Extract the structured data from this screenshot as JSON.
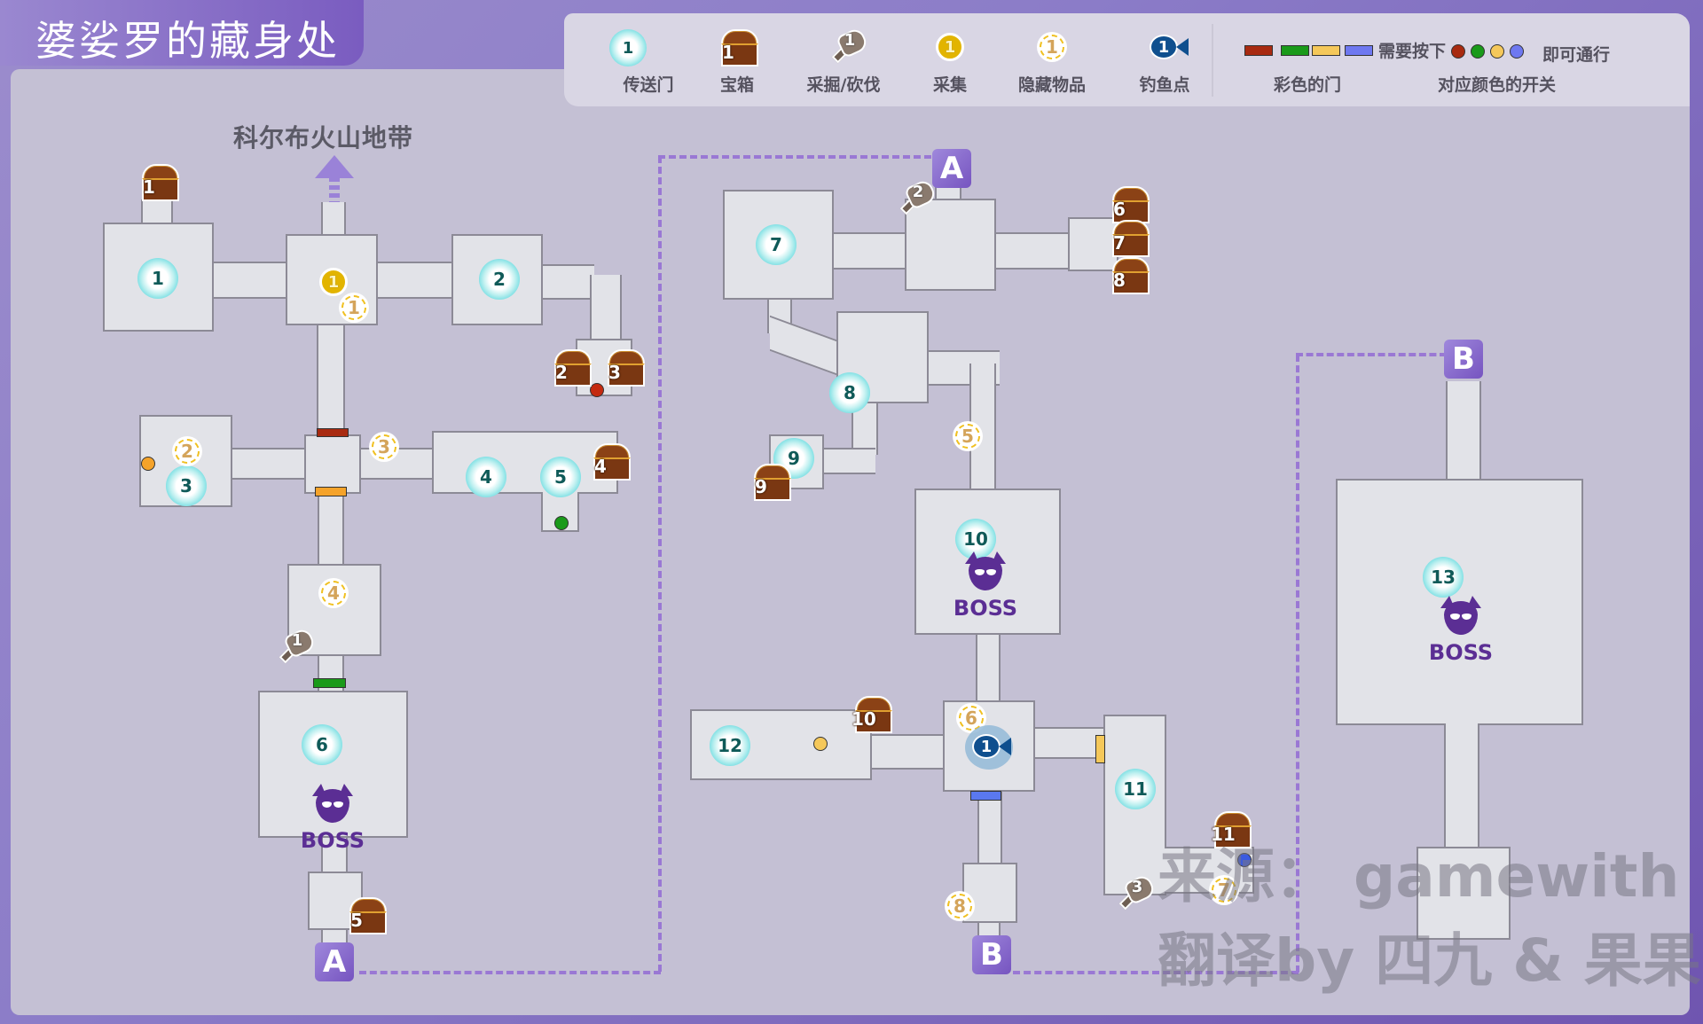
{
  "title": "婆娑罗的藏身处",
  "exit_label": "科尔布火山地带",
  "legend": {
    "items": [
      {
        "icon": "portal-icon",
        "number": "1",
        "label": "传送门"
      },
      {
        "icon": "chest-icon",
        "number": "1",
        "label": "宝箱"
      },
      {
        "icon": "hammer-icon",
        "number": "1",
        "label": "采掘/砍伐"
      },
      {
        "icon": "gather-coin-icon",
        "number": "1",
        "label": "采集"
      },
      {
        "icon": "hidden-item-icon",
        "number": "1",
        "label": "隐藏物品"
      },
      {
        "icon": "fishing-icon",
        "number": "1",
        "label": "钓鱼点"
      }
    ],
    "doors_caption": "彩色的门",
    "press_text": "需要按下",
    "switches_caption": "对应颜色的开关",
    "pass_text": "即可通行",
    "colors": {
      "red": "#a82a10",
      "green": "#1a9a1a",
      "yellow": "#f5c85a",
      "blue": "#6e78f0",
      "orange": "#f5a32a"
    }
  },
  "map": {
    "portals": [
      "1",
      "2",
      "3",
      "4",
      "5",
      "6",
      "7",
      "8",
      "9",
      "10",
      "11",
      "12",
      "13"
    ],
    "chests": [
      "1",
      "2",
      "3",
      "4",
      "5",
      "6",
      "7",
      "8",
      "9",
      "10",
      "11"
    ],
    "gather_points": [
      "1"
    ],
    "hidden_items": [
      "1",
      "2",
      "3",
      "4",
      "5",
      "6",
      "7",
      "8"
    ],
    "mining_points": [
      "1",
      "2",
      "3"
    ],
    "fishing_points": [
      "1"
    ],
    "boss_label": "BOSS",
    "markers": [
      "A",
      "A",
      "B",
      "B"
    ]
  },
  "watermark": {
    "source": "来源： gamewith",
    "translator": "翻译by 四九 & 果果"
  }
}
